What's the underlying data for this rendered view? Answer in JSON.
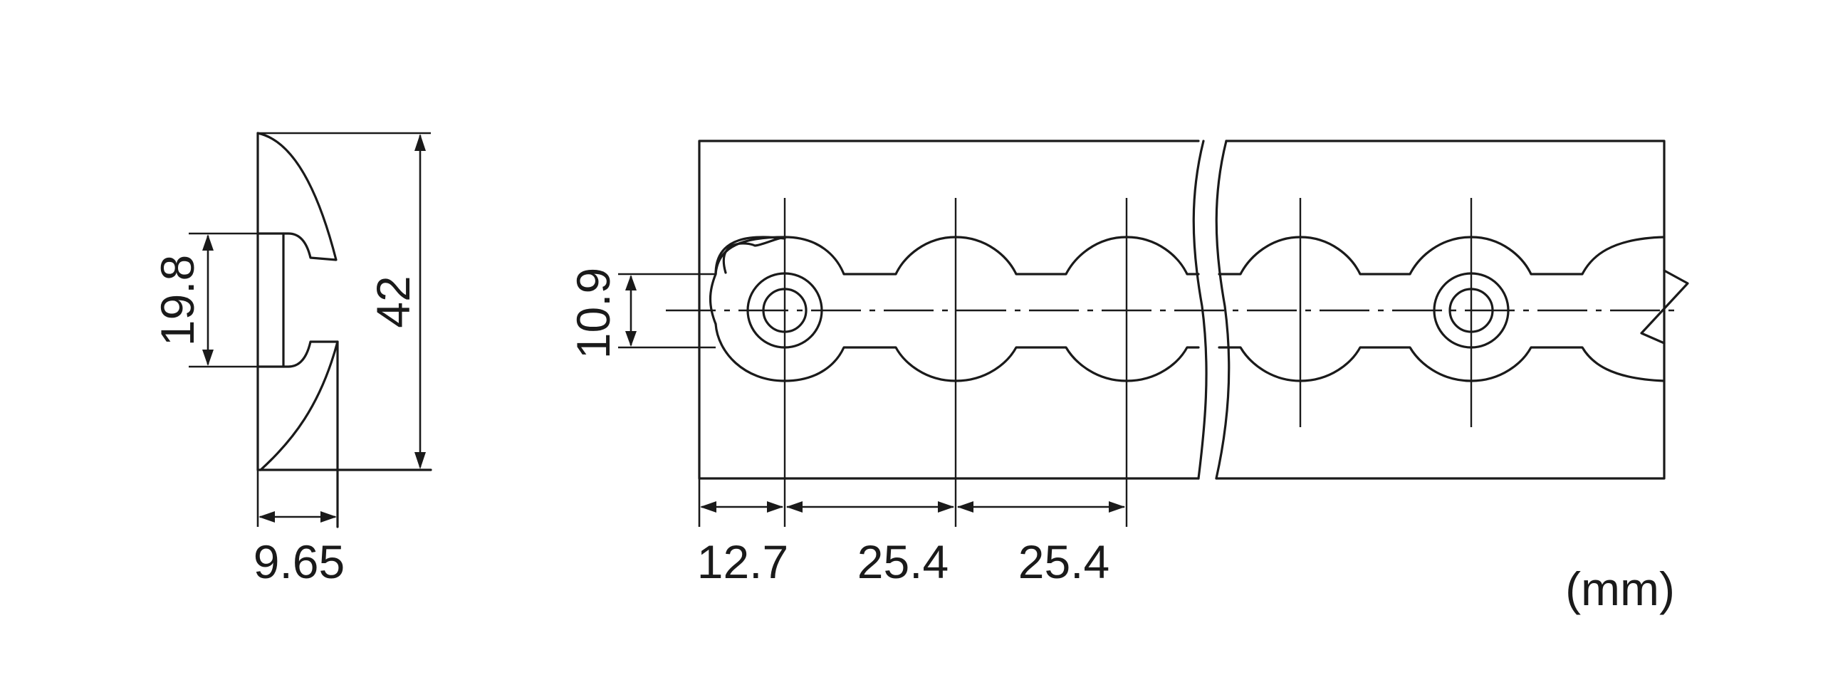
{
  "side_view": {
    "height_label": "42",
    "slot_label": "19.8",
    "width_label": "9.65"
  },
  "front_view": {
    "slot_width_label": "10.9",
    "first_pitch_label": "12.7",
    "pitch_label_1": "25.4",
    "pitch_label_2": "25.4"
  },
  "units_label": "(mm)"
}
